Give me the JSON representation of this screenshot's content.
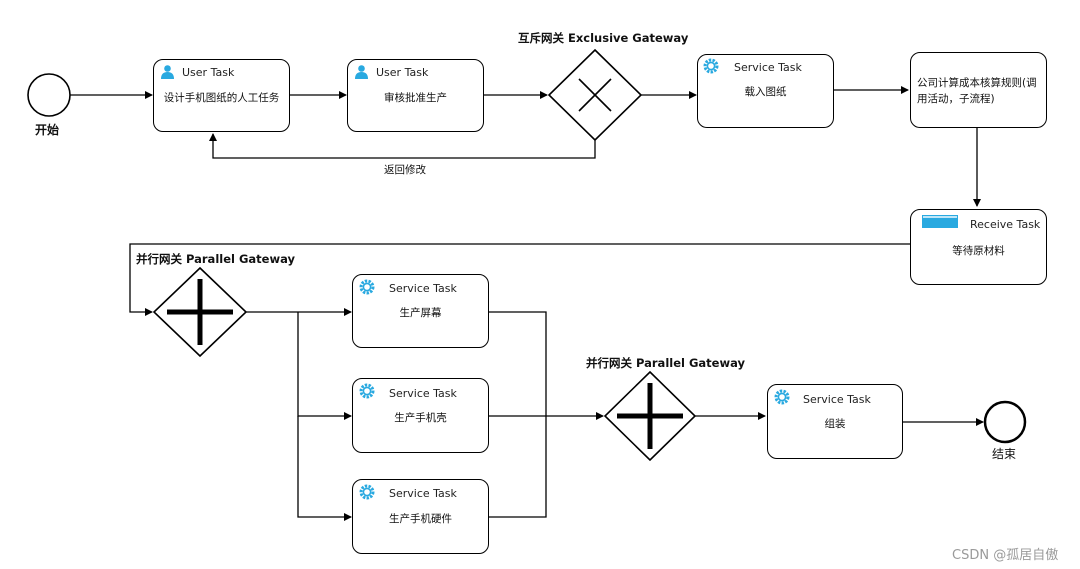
{
  "events": {
    "start_label": "开始",
    "end_label": "结束"
  },
  "gateways": {
    "exclusive_label": "互斥网关 Exclusive Gateway",
    "parallel_split_label": "并行网关 Parallel Gateway",
    "parallel_join_label": "并行网关 Parallel Gateway"
  },
  "tasks": {
    "design": {
      "type": "User Task",
      "label": "设计手机图纸的人工任务",
      "icon": "user-icon"
    },
    "review": {
      "type": "User Task",
      "label": "审核批准生产",
      "icon": "user-icon"
    },
    "load": {
      "type": "Service Task",
      "label": "载入图纸",
      "icon": "gear-icon"
    },
    "cost": {
      "label": "公司计算成本核算规则(调用活动，子流程)"
    },
    "receive": {
      "type": "Receive Task",
      "label": "等待原材料",
      "icon": "envelope-icon"
    },
    "screen": {
      "type": "Service Task",
      "label": "生产屏幕",
      "icon": "gear-icon"
    },
    "shell": {
      "type": "Service Task",
      "label": "生产手机壳",
      "icon": "gear-icon"
    },
    "hardware": {
      "type": "Service Task",
      "label": "生产手机硬件",
      "icon": "gear-icon"
    },
    "assemble": {
      "type": "Service Task",
      "label": "组装",
      "icon": "gear-icon"
    }
  },
  "flows": {
    "return_label": "返回修改"
  },
  "watermark": "CSDN @孤居自傲",
  "colors": {
    "icon_blue": "#29a9e0",
    "stroke": "#000000"
  }
}
